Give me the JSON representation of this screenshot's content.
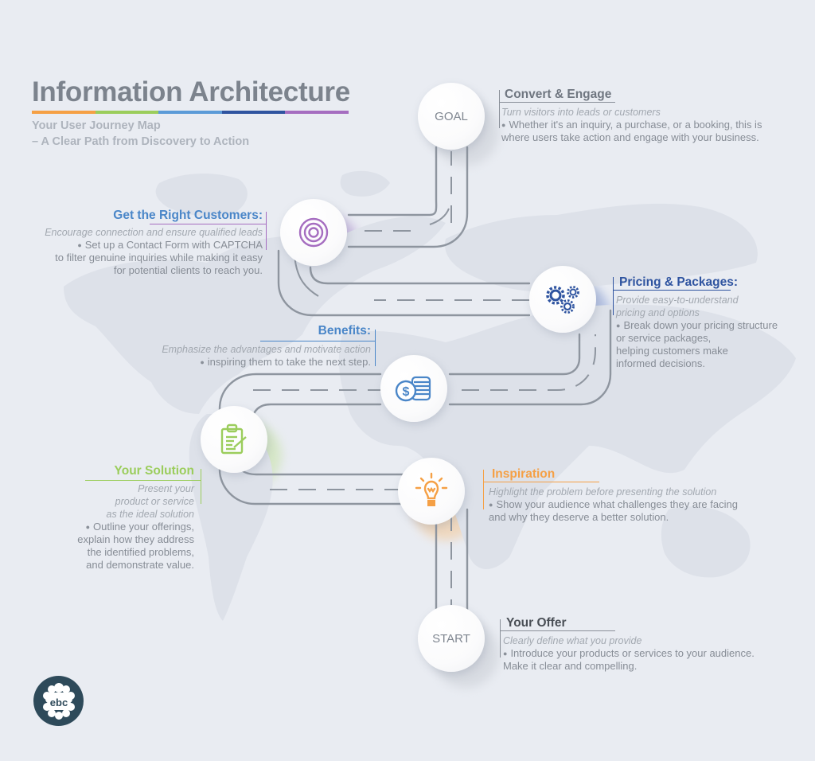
{
  "header": {
    "title": "Information Architecture",
    "subtitle_line1": "Your User Journey Map",
    "subtitle_line2": "– A Clear Path from Discovery to Action",
    "title_bar_colors": [
      "#F5A045",
      "#9BCD5C",
      "#5B9BD8",
      "#2F54A0",
      "#A56DC0"
    ]
  },
  "nodes": {
    "goal": {
      "label": "GOAL"
    },
    "start": {
      "label": "START"
    },
    "target_icon": "target-icon",
    "gears_icon": "gears-icon",
    "coins_icon": "coins-icon",
    "clipboard_icon": "clipboard-icon",
    "bulb_icon": "lightbulb-icon"
  },
  "steps": {
    "goal": {
      "heading": "Convert & Engage",
      "subheading": "Turn visitors into leads or customers",
      "body_line1": "Whether it's an inquiry, a purchase, or a booking, this is",
      "body_line2": "where users take action and engage with your business.",
      "color": "#6F7680"
    },
    "customers": {
      "heading": "Get the Right Customers:",
      "subheading": "Encourage connection and ensure qualified leads",
      "body_line1": "Set up a Contact Form with CAPTCHA",
      "body_line2": "to filter genuine inquiries while making it easy",
      "body_line3": "for potential clients to reach you.",
      "color": "#4A86C8",
      "line_color": "#A56DC0"
    },
    "pricing": {
      "heading": "Pricing & Packages:",
      "subheading_line1": "Provide easy-to-understand",
      "subheading_line2": "pricing and options",
      "body_line1": "Break down your pricing structure",
      "body_line2": "or service packages,",
      "body_line3": "helping customers make",
      "body_line4": "informed decisions.",
      "color": "#2F54A0"
    },
    "benefits": {
      "heading": "Benefits:",
      "subheading": "Emphasize the advantages and motivate action",
      "body_line1": "inspiring them to take the next step.",
      "color": "#4A86C8"
    },
    "solution": {
      "heading": "Your Solution",
      "subheading_line1": "Present your",
      "subheading_line2": "product or service",
      "subheading_line3": "as the ideal solution",
      "body_line1": "Outline your offerings,",
      "body_line2": "explain how they address",
      "body_line3": "the identified problems,",
      "body_line4": "and demonstrate value.",
      "color": "#9BCD5C"
    },
    "inspiration": {
      "heading": "Inspiration",
      "subheading": "Highlight the problem before presenting the solution",
      "body_line1": "Show your audience what challenges they are facing",
      "body_line2": "and why they deserve a better solution.",
      "color": "#F5A045"
    },
    "offer": {
      "heading": "Your Offer",
      "subheading": "Clearly define what you provide",
      "body_line1": "Introduce your products or services to your audience.",
      "body_line2": "Make it clear and compelling.",
      "color": "#4A4F56"
    }
  },
  "logo": {
    "text": "ebc"
  }
}
